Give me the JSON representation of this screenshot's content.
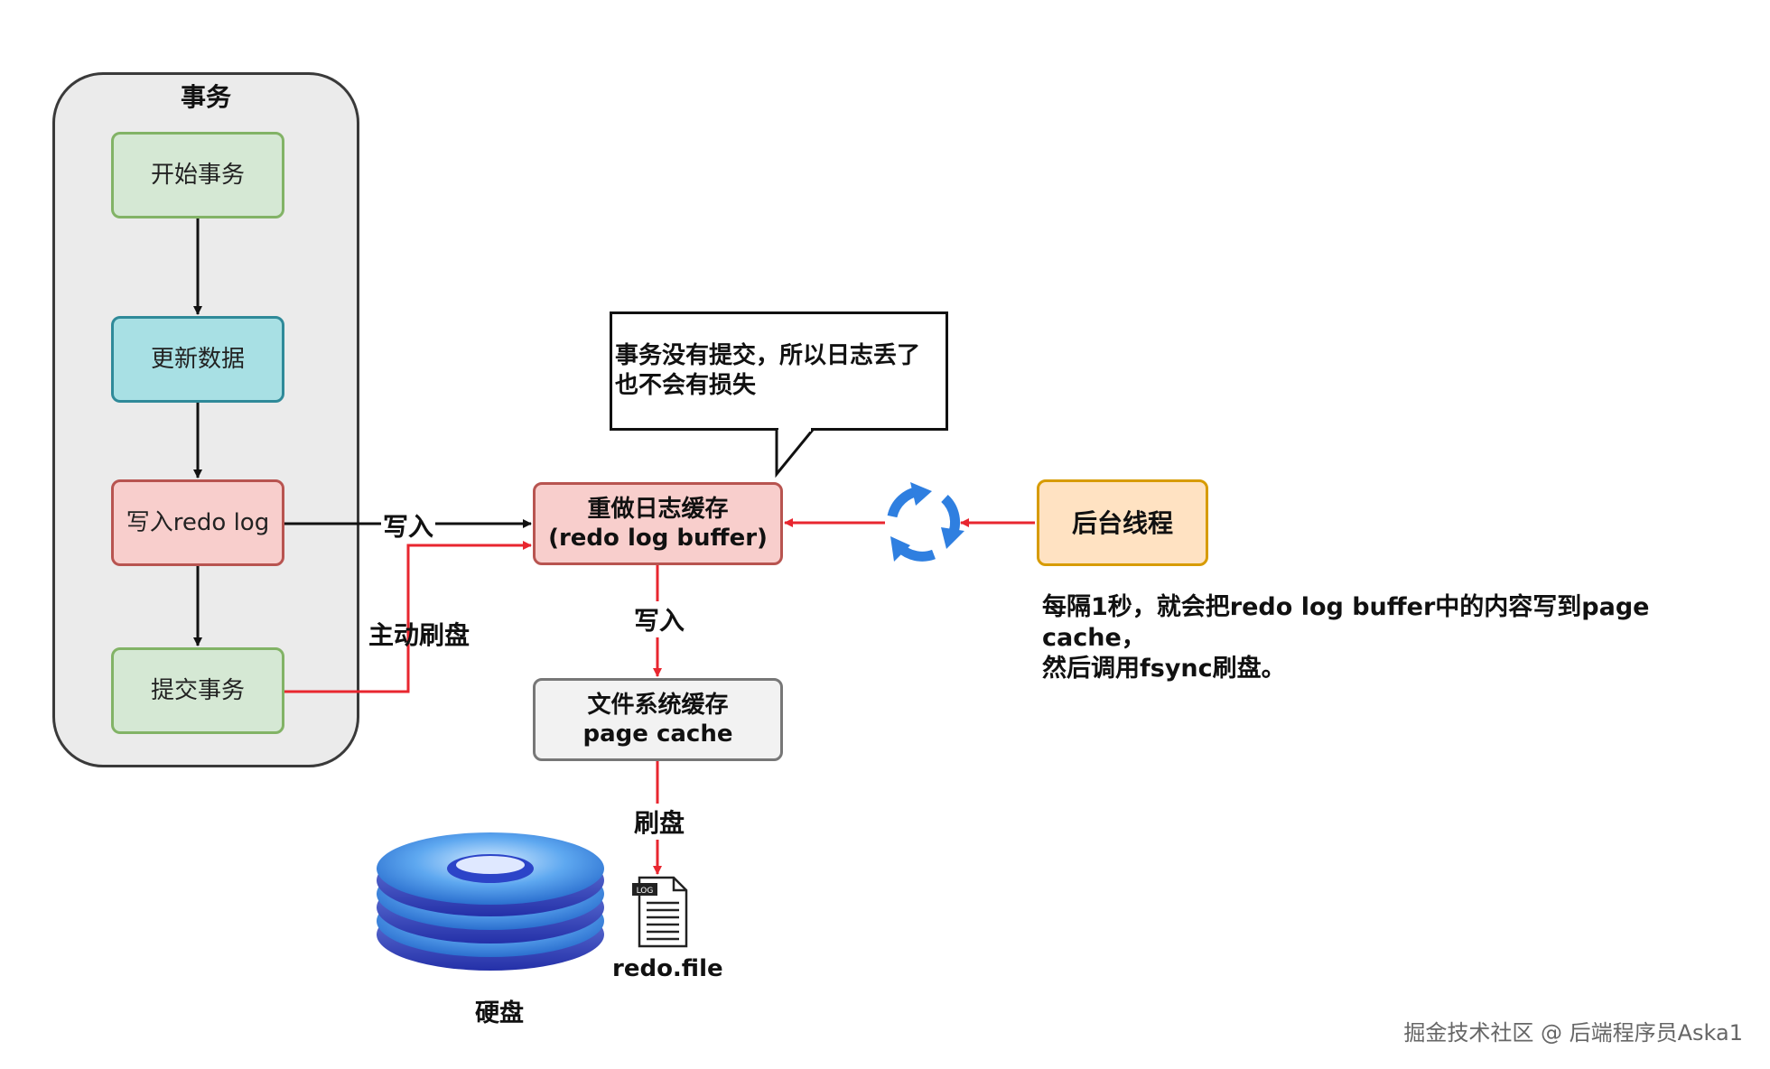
{
  "group": {
    "title": "事务"
  },
  "nodes": {
    "start_tx": "开始事务",
    "update_data": "更新数据",
    "write_redo_log": "写入redo log",
    "commit_tx": "提交事务",
    "redo_buffer_line1": "重做日志缓存",
    "redo_buffer_line2": "(redo log buffer)",
    "page_cache_line1": "文件系统缓存",
    "page_cache_line2": "page cache",
    "bg_thread": "后台线程"
  },
  "callout": {
    "line1": "事务没有提交，所以日志丢了",
    "line2": "也不会有损失"
  },
  "labels": {
    "write_in_1": "写入",
    "active_flush": "主动刷盘",
    "write_in_2": "写入",
    "flush": "刷盘",
    "redo_file": "redo.file",
    "disk": "硬盘",
    "log_tag": "LOG"
  },
  "note": {
    "line1": "每隔1秒，就会把redo log buffer中的内容写到page cache，",
    "line2": "然后调用fsync刷盘。"
  },
  "watermark": "掘金技术社区 @ 后端程序员Aska1",
  "colors": {
    "arrow_black": "#111111",
    "arrow_red": "#e8262f",
    "cycle_blue": "#2f7fe0",
    "disk_blue": "#3f8fe8"
  },
  "icons": [
    "cycle-icon",
    "disk-icon",
    "log-file-icon"
  ]
}
